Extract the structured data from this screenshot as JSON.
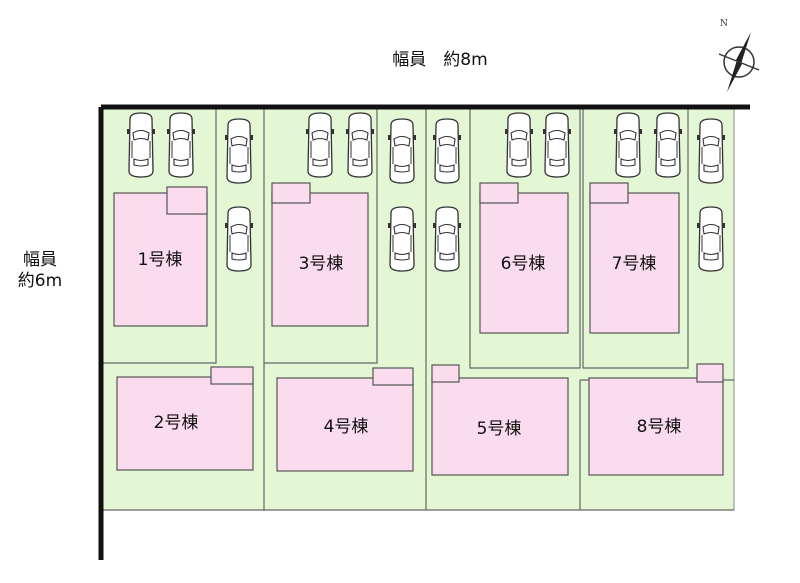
{
  "roads": {
    "north": "幅員　約8m",
    "west_line1": "幅員",
    "west_line2": "約6m"
  },
  "compass": {
    "label": "N"
  },
  "buildings": [
    "1号棟",
    "2号棟",
    "3号棟",
    "4号棟",
    "5号棟",
    "6号棟",
    "7号棟",
    "8号棟"
  ],
  "colors": {
    "lot": "#e4f7d4",
    "house": "#fadcee",
    "house_border": "#555555",
    "road_edge": "#111111",
    "lot_line": "#666666"
  }
}
